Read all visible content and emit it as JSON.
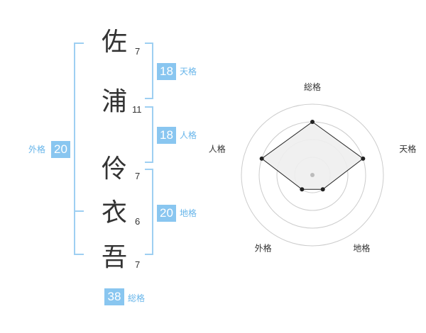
{
  "name": {
    "chars": [
      {
        "char": "佐",
        "strokes": "7"
      },
      {
        "char": "浦",
        "strokes": "11"
      },
      {
        "char": "伶",
        "strokes": "7"
      },
      {
        "char": "衣",
        "strokes": "6"
      },
      {
        "char": "吾",
        "strokes": "7"
      }
    ]
  },
  "fortunes": {
    "tenkaku": {
      "value": "18",
      "label": "天格"
    },
    "jinkaku": {
      "value": "18",
      "label": "人格"
    },
    "chikaku": {
      "value": "20",
      "label": "地格"
    },
    "gaikaku": {
      "value": "20",
      "label": "外格"
    },
    "soukaku": {
      "value": "38",
      "label": "総格"
    }
  },
  "colors": {
    "accent": "#89c6f0",
    "accent_text": "#67b5ea",
    "bracket": "#9ecff2",
    "text": "#333333",
    "radar_fill": "#eeeeee",
    "radar_stroke": "#222222",
    "grid": "#cccccc"
  },
  "chart_data": {
    "type": "radar",
    "axes": [
      "総格",
      "天格",
      "地格",
      "外格",
      "人格"
    ],
    "values": [
      3,
      3,
      1,
      1,
      3
    ],
    "scale_max": 4,
    "rings": 4
  }
}
